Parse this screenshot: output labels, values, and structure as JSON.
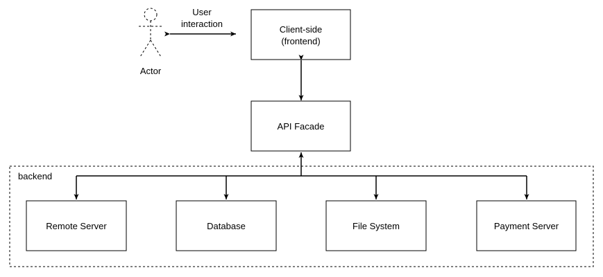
{
  "actor": {
    "label": "Actor"
  },
  "user_interaction": {
    "line1": "User",
    "line2": "interaction"
  },
  "client": {
    "line1": "Client-side",
    "line2": "(frontend)"
  },
  "api": {
    "label": "API Facade"
  },
  "backend": {
    "label": "backend",
    "nodes": [
      {
        "label": "Remote Server"
      },
      {
        "label": "Database"
      },
      {
        "label": "File System"
      },
      {
        "label": "Payment Server"
      }
    ]
  }
}
